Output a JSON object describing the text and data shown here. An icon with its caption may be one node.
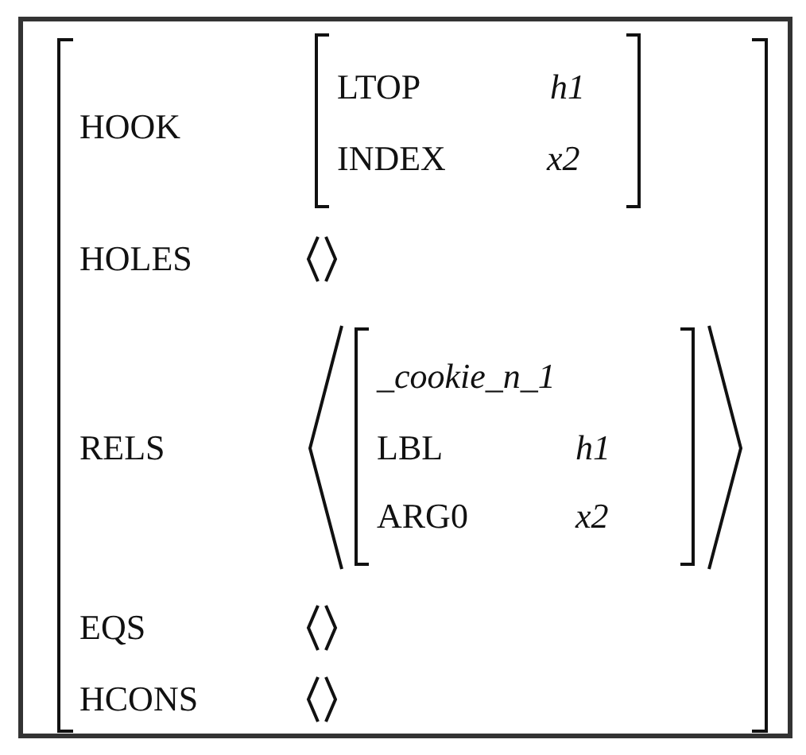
{
  "diagram": {
    "labels": [
      "HOOK",
      "LTOP",
      "h1",
      "INDEX",
      "x2",
      "HOLES",
      "RELS",
      "_cookie_n_1",
      "LBL",
      "h1",
      "ARG0",
      "x2",
      "EQS",
      "HCONS"
    ]
  }
}
